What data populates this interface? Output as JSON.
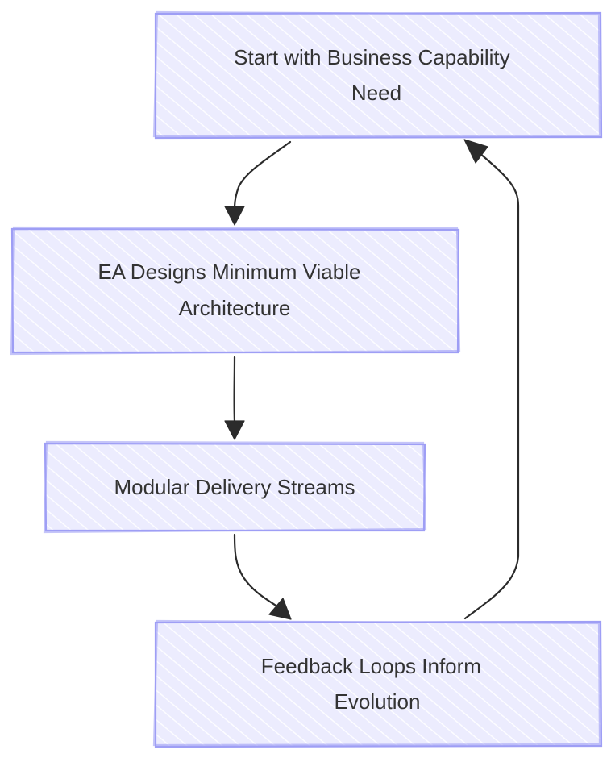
{
  "diagram": {
    "type": "flowchart",
    "style": "hand-drawn",
    "colors": {
      "node_fill": "#ececfe",
      "node_hatch": "#ffffff",
      "node_border": "#9e9ef5",
      "edge": "#2b2b2b",
      "text": "#333333"
    },
    "nodes": [
      {
        "id": "capability_need",
        "lines": [
          "Start with Business Capability",
          "Need"
        ]
      },
      {
        "id": "ea_designs",
        "lines": [
          "EA Designs Minimum Viable",
          "Architecture"
        ]
      },
      {
        "id": "modular_delivery",
        "lines": [
          "Modular Delivery Streams"
        ]
      },
      {
        "id": "feedback_loops",
        "lines": [
          "Feedback Loops Inform",
          "Evolution"
        ]
      }
    ],
    "edges": [
      {
        "from": "capability_need",
        "to": "ea_designs"
      },
      {
        "from": "ea_designs",
        "to": "modular_delivery"
      },
      {
        "from": "modular_delivery",
        "to": "feedback_loops"
      },
      {
        "from": "feedback_loops",
        "to": "capability_need"
      }
    ]
  }
}
